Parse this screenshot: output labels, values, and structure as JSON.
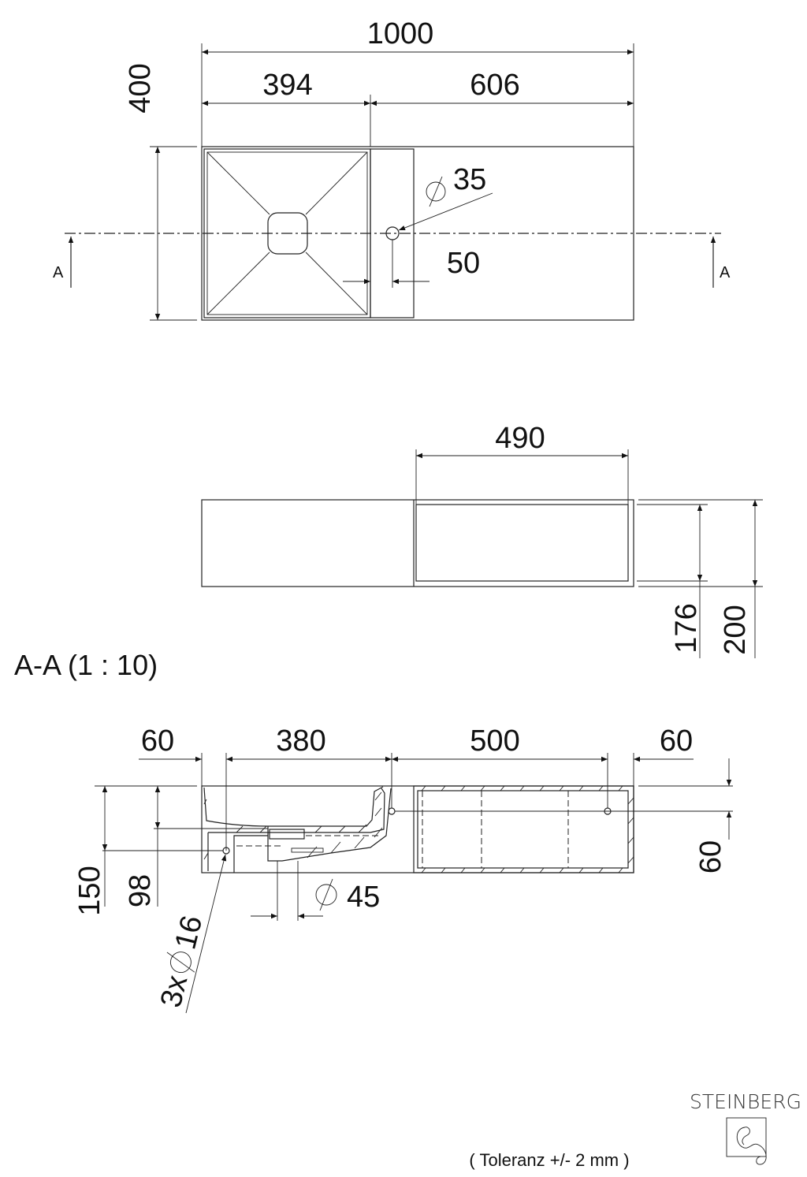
{
  "top_view": {
    "dim_total_width": "1000",
    "dim_basin_width": "394",
    "dim_right_width": "606",
    "dim_depth": "400",
    "dim_tap_hole": "35",
    "dim_tap_offset": "50",
    "section_marker_left": "A",
    "section_marker_right": "A"
  },
  "front_view": {
    "dim_opening_width": "490",
    "dim_opening_height": "176",
    "dim_total_height": "200"
  },
  "section": {
    "title": "A-A (1 : 10)",
    "dim_left_wall": "60",
    "dim_basin": "380",
    "dim_shelf": "500",
    "dim_right_wall": "60",
    "dim_height_150": "150",
    "dim_height_98": "98",
    "dim_hole_height": "60",
    "dim_drain": "45",
    "dim_holes": "3x",
    "dim_holes_diameter": "16"
  },
  "footer": {
    "tolerance": "( Toleranz +/- 2 mm )",
    "brand": "STEINBERG"
  }
}
